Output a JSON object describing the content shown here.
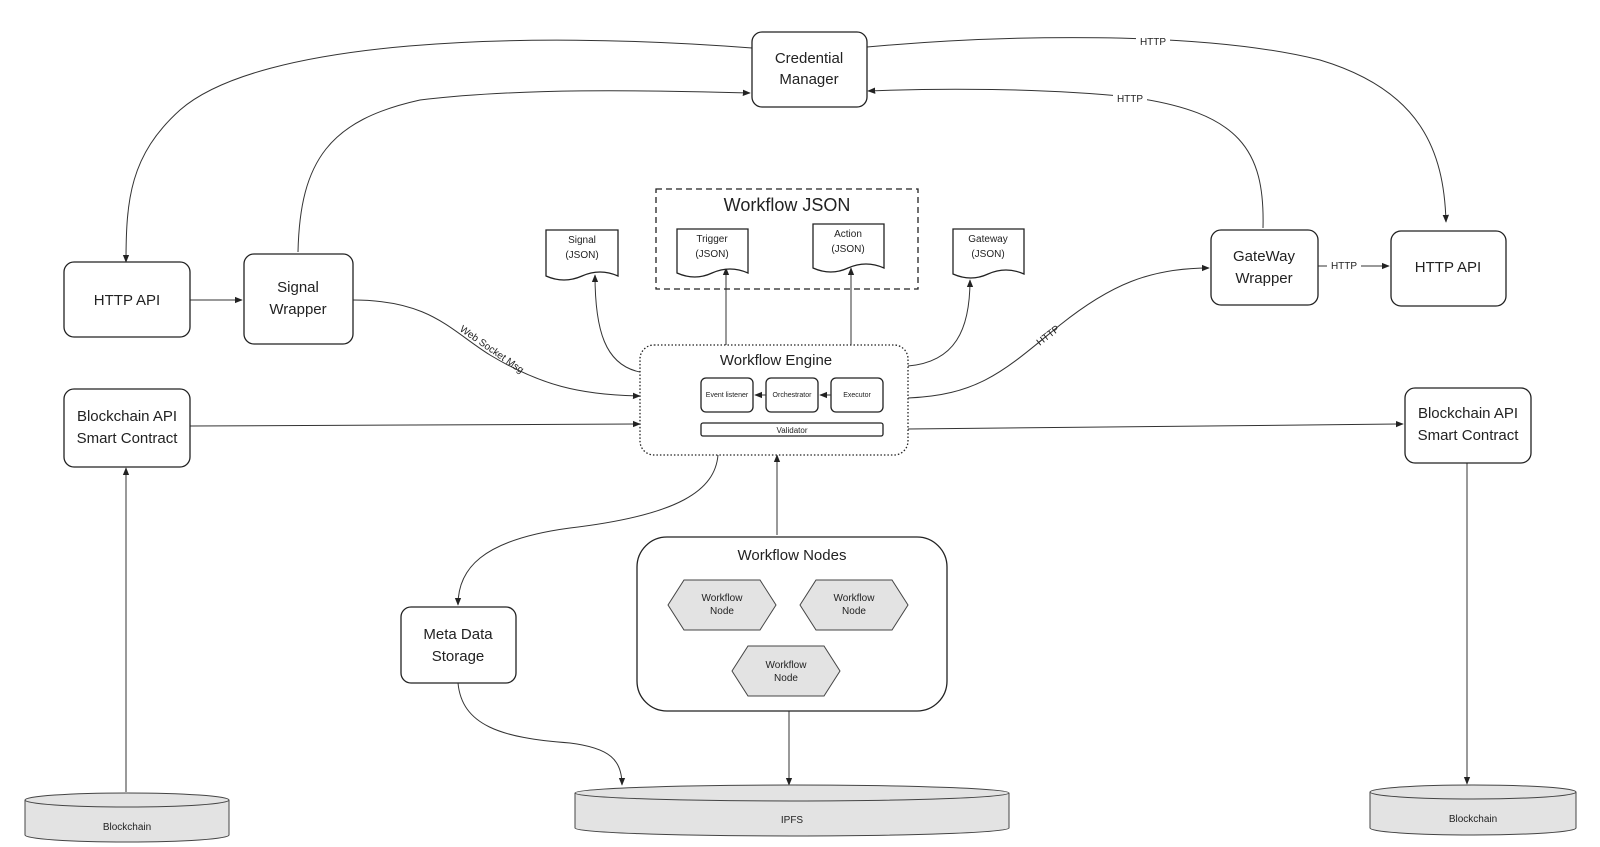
{
  "credential_manager": {
    "line1": "Credential",
    "line2": "Manager"
  },
  "http_api_left": {
    "label": "HTTP API"
  },
  "signal_wrapper": {
    "line1": "Signal",
    "line2": "Wrapper"
  },
  "blockchain_api_left": {
    "line1": "Blockchain API",
    "line2": "Smart Contract"
  },
  "workflow_json": {
    "title": "Workflow JSON",
    "trigger": {
      "line1": "Trigger",
      "line2": "(JSON)"
    },
    "action": {
      "line1": "Action",
      "line2": "(JSON)"
    }
  },
  "signal_json": {
    "line1": "Signal",
    "line2": "(JSON)"
  },
  "gateway_json": {
    "line1": "Gateway",
    "line2": "(JSON)"
  },
  "workflow_engine": {
    "title": "Workflow Engine",
    "event_listener": "Event listener",
    "orchestrator": "Orchestrator",
    "executor": "Executor",
    "validator": "Validator"
  },
  "gateway_wrapper": {
    "line1": "GateWay",
    "line2": "Wrapper"
  },
  "http_api_right": {
    "label": "HTTP API"
  },
  "blockchain_api_right": {
    "line1": "Blockchain API",
    "line2": "Smart Contract"
  },
  "meta_data_storage": {
    "line1": "Meta Data",
    "line2": "Storage"
  },
  "workflow_nodes": {
    "title": "Workflow Nodes",
    "node_line1": "Workflow",
    "node_line2": "Node"
  },
  "blockchain_left": {
    "label": "Blockchain"
  },
  "ipfs": {
    "label": "IPFS"
  },
  "blockchain_right": {
    "label": "Blockchain"
  },
  "edge_labels": {
    "http_top": "HTTP",
    "http_gateway_cred": "HTTP",
    "http_gateway_api": "HTTP",
    "http_engine_gateway": "HTTP",
    "web_socket": "Web Socket Msg"
  }
}
